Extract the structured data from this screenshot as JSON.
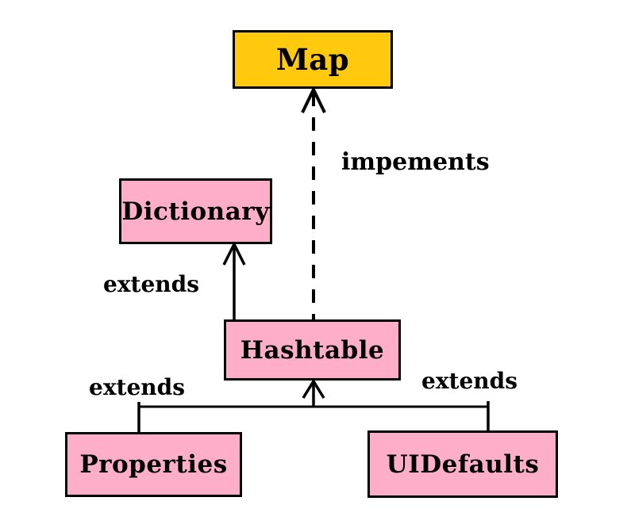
{
  "diagram": {
    "type": "class-hierarchy",
    "background_color": "#ffffff",
    "colors": {
      "gold_fill": "#FFC90E",
      "pink_fill": "#FFAEC9",
      "border": "#000000",
      "line": "#000000",
      "text": "#000000"
    },
    "nodes": [
      {
        "id": "map",
        "label": "Map",
        "fill": "#FFC90E"
      },
      {
        "id": "dictionary",
        "label": "Dictionary",
        "fill": "#FFAEC9"
      },
      {
        "id": "hashtable",
        "label": "Hashtable",
        "fill": "#FFAEC9"
      },
      {
        "id": "properties",
        "label": "Properties",
        "fill": "#FFAEC9"
      },
      {
        "id": "uidefaults",
        "label": "UIDefaults",
        "fill": "#FFAEC9"
      }
    ],
    "edges": [
      {
        "from": "hashtable",
        "to": "map",
        "style": "dashed",
        "label": "impements"
      },
      {
        "from": "hashtable",
        "to": "dictionary",
        "style": "solid",
        "label": "extends"
      },
      {
        "from": "properties",
        "to": "hashtable",
        "style": "solid",
        "label": "extends"
      },
      {
        "from": "uidefaults",
        "to": "hashtable",
        "style": "solid",
        "label": "extends"
      }
    ]
  }
}
